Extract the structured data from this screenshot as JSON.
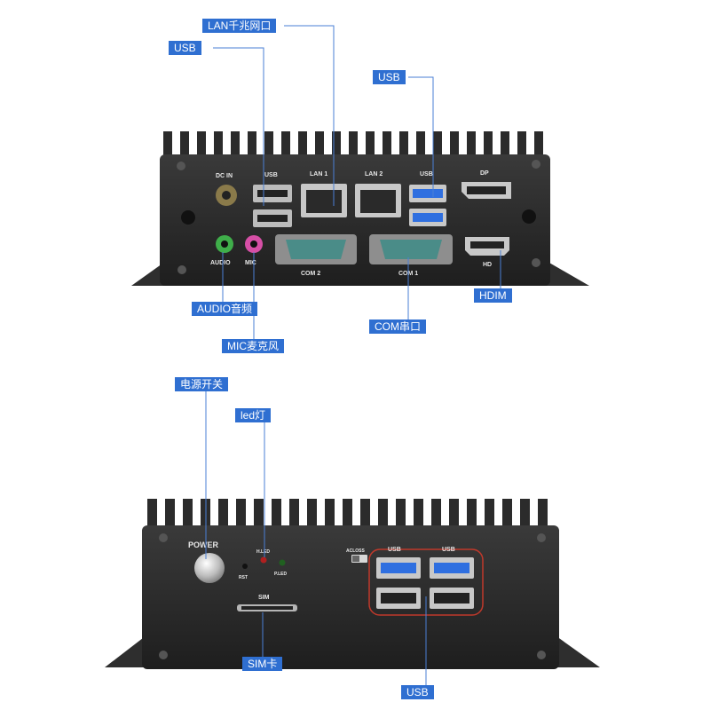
{
  "callouts": {
    "lan": "LAN千兆网口",
    "usb_top_left": "USB",
    "usb_top_right": "USB",
    "audio": "AUDIO音频",
    "mic": "MIC麦克风",
    "com": "COM串口",
    "hdmi": "HDIM",
    "power": "电源开关",
    "led": "led灯",
    "sim": "SIM卡",
    "usb_bottom": "USB"
  },
  "panel_labels": {
    "dc_in": "DC IN",
    "usb": "USB",
    "lan1": "LAN 1",
    "lan2": "LAN 2",
    "usb3": "USB",
    "dp": "DP",
    "audio": "AUDIO",
    "mic": "MIC",
    "com2": "COM 2",
    "com1": "COM 1",
    "hd": "HD",
    "power": "POWER",
    "rst": "RST",
    "hled": "H.LED",
    "pled": "P.LED",
    "acloss": "ACLOSS",
    "usb_a": "USB",
    "usb_b": "USB",
    "sim": "SIM"
  },
  "colors": {
    "callout_bg": "#2f6fd1",
    "leader_line": "#4a7fd6",
    "chassis": "#2a2a2a",
    "usb3_blue": "#2f6fe0",
    "highlight_ring": "#c0392b"
  }
}
